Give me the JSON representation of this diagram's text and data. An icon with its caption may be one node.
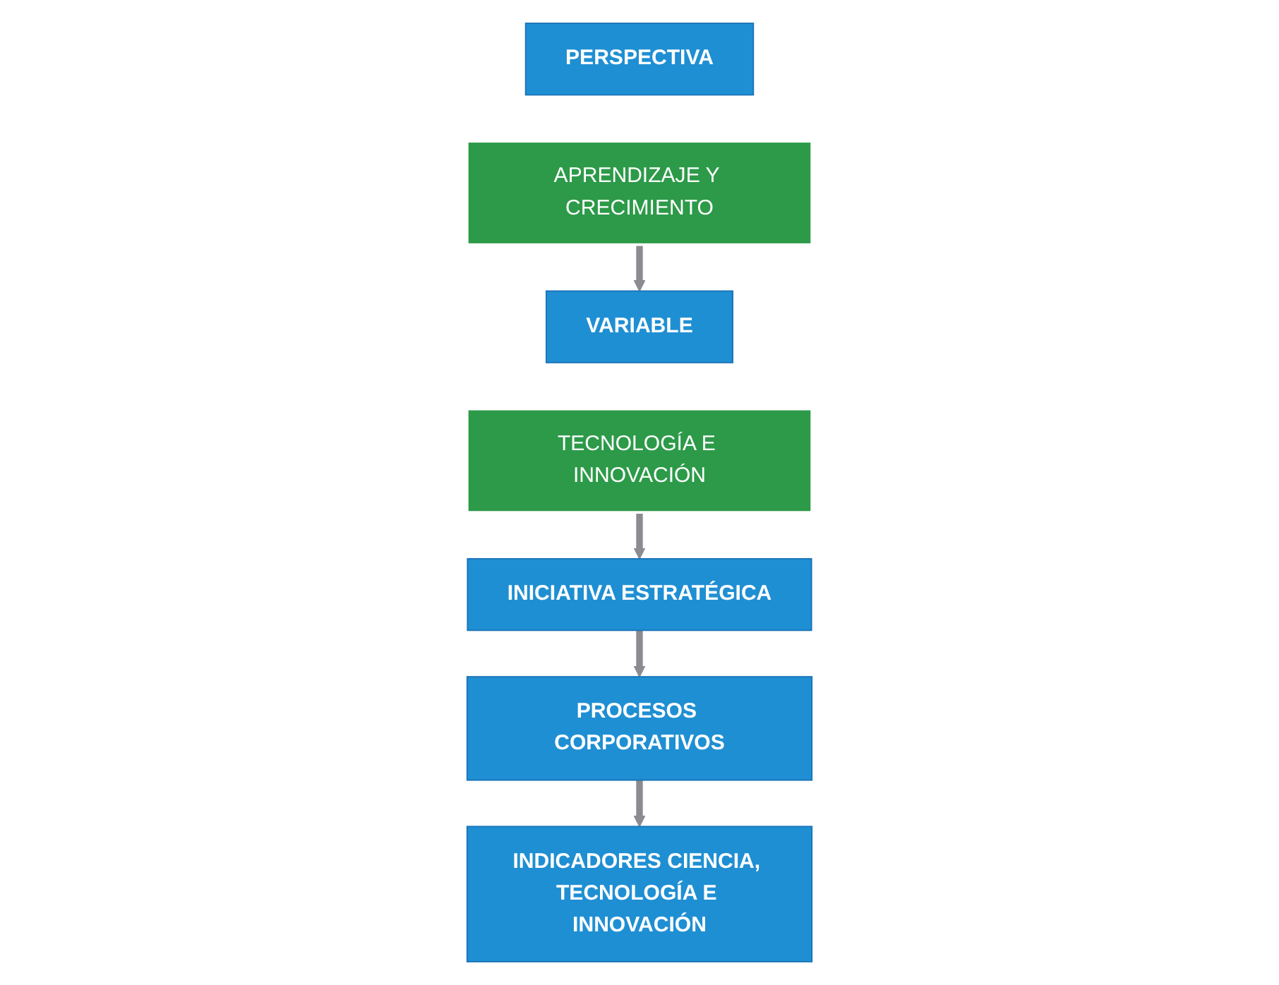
{
  "diagram": {
    "nodes": [
      {
        "text": [
          "PERSPECTIVA"
        ]
      },
      {
        "text": [
          "APRENDIZAJE Y CRECIMIENTO"
        ]
      },
      {
        "text": [
          "VARIABLE"
        ]
      },
      {
        "text": [
          "TECNOLOGÍA E INNOVACIÓN"
        ]
      },
      {
        "text": [
          "INICIATIVA ESTRATÉGICA"
        ]
      },
      {
        "text": [
          "PROCESOS CORPORATIVOS"
        ]
      },
      {
        "text": [
          "INDICADORES CIENCIA, TECNOLOGÍA E INNOVACIÓN"
        ]
      }
    ],
    "edges": [
      {
        "from": 1,
        "to": 2,
        "arrow": "to"
      },
      {
        "from": 3,
        "to": 4,
        "arrow": "to"
      },
      {
        "from": 4,
        "to": 5,
        "arrow": "to"
      },
      {
        "from": 5,
        "to": 6,
        "arrow": "to"
      }
    ]
  }
}
